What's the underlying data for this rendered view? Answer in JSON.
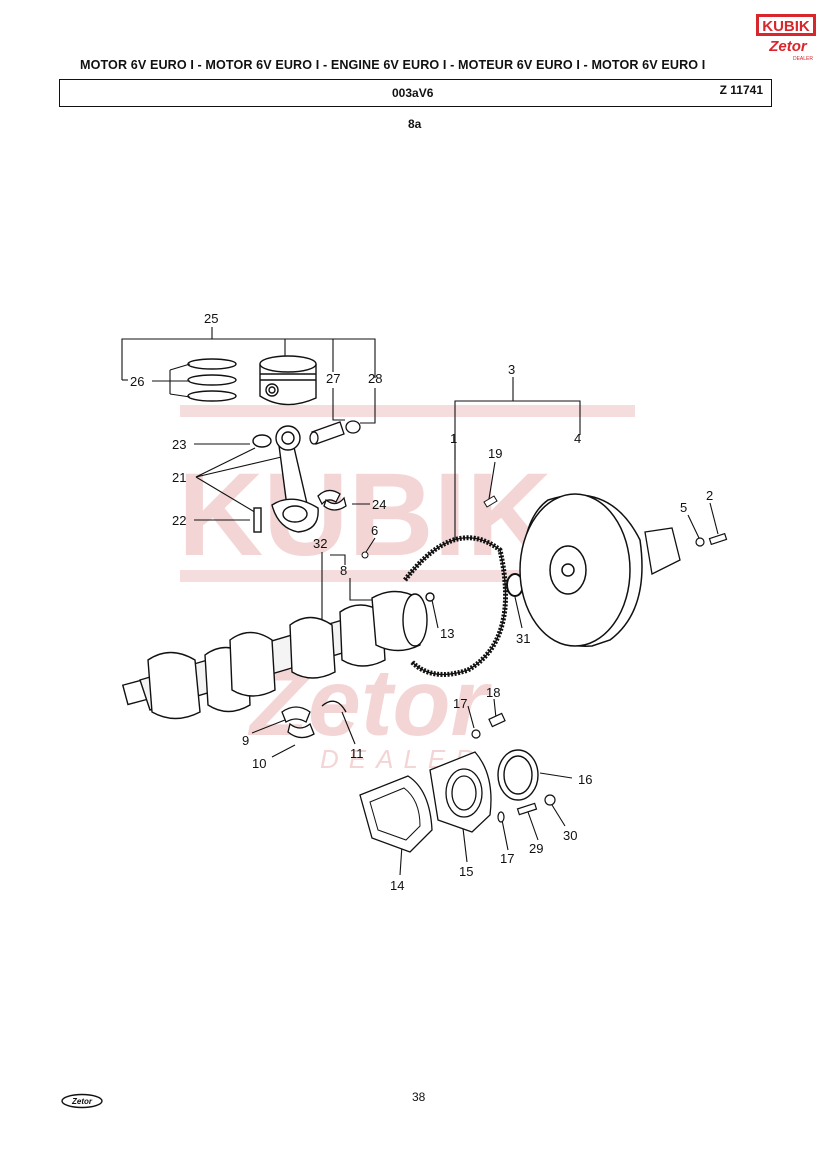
{
  "header": {
    "title": "MOTOR 6V EURO I - MOTOR 6V EURO I - ENGINE 6V EURO I - MOTEUR 6V EURO I - MOTOR 6V EURO I",
    "code": "003aV6",
    "ref": "Z 11741",
    "section": "8a"
  },
  "logo": {
    "brand": "KUBIK",
    "sub": "Zetor",
    "dealer": "DEALER",
    "color": "#d8262c"
  },
  "watermark": {
    "brand": "KUBIK",
    "sub": "Zetor",
    "dealer": "DEALER",
    "color": "#f2c7c7"
  },
  "callouts": {
    "c1": "1",
    "c2": "2",
    "c3": "3",
    "c4": "4",
    "c5": "5",
    "c6": "6",
    "c8": "8",
    "c9": "9",
    "c10": "10",
    "c11": "11",
    "c13": "13",
    "c14": "14",
    "c15": "15",
    "c16": "16",
    "c17a": "17",
    "c17b": "17",
    "c18": "18",
    "c19": "19",
    "c21": "21",
    "c22": "22",
    "c23": "23",
    "c24": "24",
    "c25": "25",
    "c26": "26",
    "c27": "27",
    "c28": "28",
    "c29": "29",
    "c30": "30",
    "c31": "31",
    "c32": "32"
  },
  "footer": {
    "page": "38",
    "logo_text": "Zetor"
  }
}
